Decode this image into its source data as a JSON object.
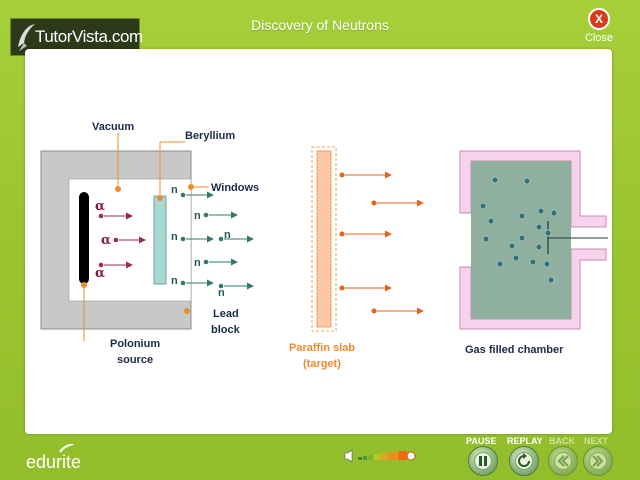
{
  "header": {
    "logo_text": "TutorVista.com",
    "title": "Discovery of Neutrons",
    "close_symbol": "X",
    "close_label": "Close"
  },
  "diagram": {
    "labels": {
      "vacuum": "Vacuum",
      "beryllium": "Beryllium",
      "windows": "Windows",
      "lead_block_1": "Lead",
      "lead_block_2": "block",
      "polonium_1": "Polonium",
      "polonium_2": "source",
      "paraffin_1": "Paraffin slab",
      "paraffin_2": "(target)",
      "chamber": "Gas filled chamber"
    },
    "alpha_symbol": "α",
    "neutron_symbol": "n",
    "colors": {
      "lead": "#c8c8c8",
      "beryllium": "#a9d8d0",
      "paraffin": "#fbc9a6",
      "chamber_wall": "#f7d2ec",
      "chamber_gas": "#8fb09e",
      "arrow_alpha": "#9b2d48",
      "arrow_neutron": "#2f7a6c",
      "arrow_proton": "#e8621b",
      "label": "#1b2a4a",
      "accent": "#f28a2e"
    }
  },
  "footer": {
    "brand": "edurite",
    "controls": [
      {
        "label": "PAUSE",
        "icon": "pause-icon",
        "enabled": true
      },
      {
        "label": "REPLAY",
        "icon": "replay-icon",
        "enabled": true
      },
      {
        "label": "BACK",
        "icon": "back-icon",
        "enabled": false
      },
      {
        "label": "NEXT",
        "icon": "next-icon",
        "enabled": false
      }
    ]
  }
}
